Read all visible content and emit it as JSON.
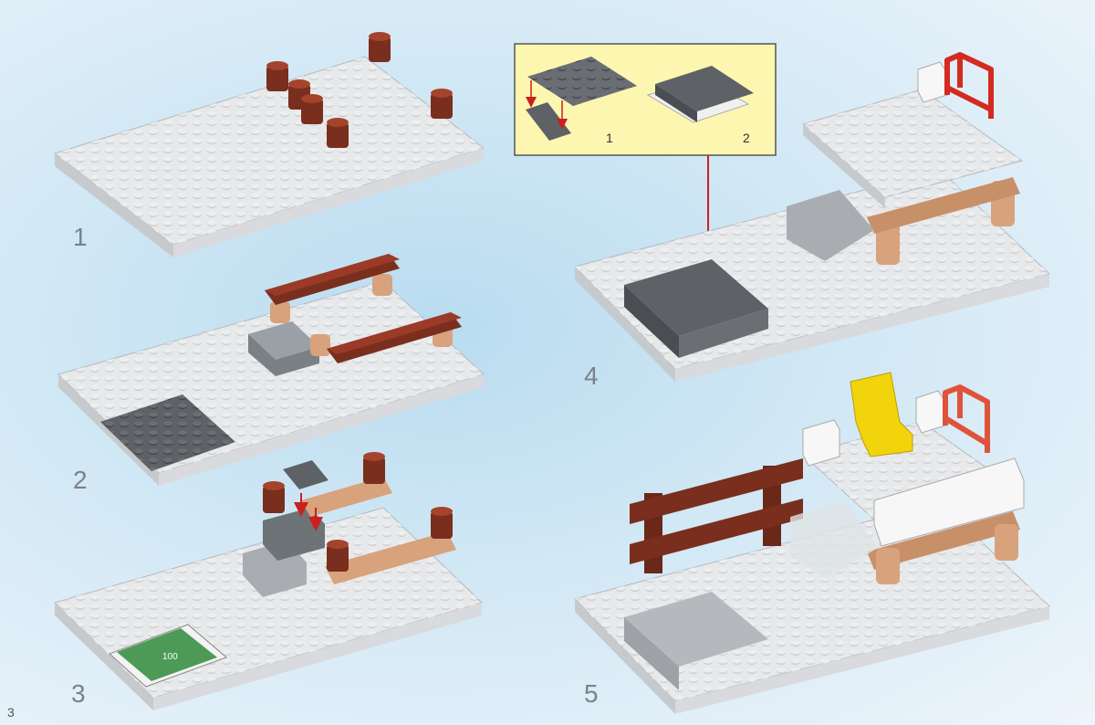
{
  "page": {
    "number": "3"
  },
  "steps": [
    {
      "id": "step-1",
      "label": "1"
    },
    {
      "id": "step-2",
      "label": "2"
    },
    {
      "id": "step-3",
      "label": "3"
    },
    {
      "id": "step-4",
      "label": "4"
    },
    {
      "id": "step-5",
      "label": "5"
    }
  ],
  "inset": {
    "sub_steps": [
      "1",
      "2"
    ]
  },
  "banknote": {
    "text": "100"
  },
  "colors": {
    "baseplate": "#e6e8ea",
    "stud": "#d4d7da",
    "dark_brown": "#7a2e1e",
    "tan": "#d8a27c",
    "dark_gray": "#5e6266",
    "light_gray": "#a9adb1",
    "red": "#d42a1f",
    "yellow": "#f2d40d",
    "white": "#f7f7f7",
    "inset_bg": "#fcf6b0",
    "arrow": "#cc1f1f",
    "banknote_green": "#2f8a3a"
  }
}
